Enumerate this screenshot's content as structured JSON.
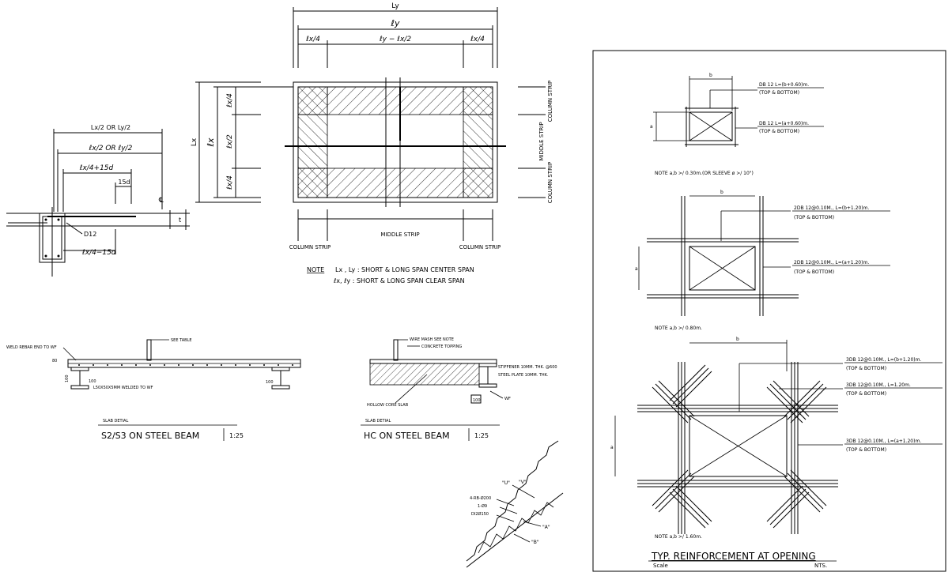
{
  "span_plan": {
    "ly_total": "Ly",
    "ly_clear": "ℓy",
    "lx4_left": "ℓx/4",
    "ly_minus_lx2": "ℓy − ℓx/2",
    "lx4_right": "ℓx/4",
    "lx_total": "Lx",
    "lx_clear": "ℓx",
    "lx4_top": "ℓx/4",
    "lx2_mid": "ℓx/2",
    "lx4_bottom": "ℓx/4",
    "column_strip_top": "COLUMN STRIP",
    "middle_strip_right": "MIDDLE STRIP",
    "column_strip_bottom": "COLUMN STRIP",
    "column_strip_left": "COLUMN STRIP",
    "middle_strip_bottom": "MIDDLE STRIP",
    "column_strip_right": "COLUMN STRIP",
    "note_label": "NOTE",
    "note_line1": "Lx , Ly : SHORT & LONG SPAN CENTER SPAN",
    "note_line2": "ℓx, ℓy : SHORT & LONG SPAN CLEAR SPAN"
  },
  "rebar_section": {
    "dim1": "Lx/2 OR Ly/2",
    "dim2": "ℓx/2 OR ℓy/2",
    "dim3": "ℓx/4+15d",
    "dim4": "15d",
    "cl_mark": "℄",
    "thickness": "t",
    "bar": "D12",
    "dim5": "ℓx/4−15d"
  },
  "s2s3_detail": {
    "callout_weld": "WELD REBAR END TO WF",
    "callout_table": "SEE TABLE",
    "dim_80": "80",
    "dim_100_left": "100",
    "dim_100_mid": "100",
    "dim_100_right": "100",
    "angle": "L50X50X5MM WELDED TO WF",
    "caption_small": "SLAB DETIAL",
    "title": "S2/S3 ON STEEL BEAM",
    "scale": "1:25"
  },
  "hc_detail": {
    "callout_mesh": "WIRE MASH SEE NOTE",
    "callout_topping": "CONCRETE TOPPING",
    "callout_stiffener": "STIFFENER 10MM. THK. @600",
    "callout_plate": "STEEL PLATE 10MM. THK.",
    "callout_slab": "HOLLOW CORE SLAB",
    "callout_wf": "WF",
    "dim_100": "100",
    "caption_small": "SLAB DETIAL",
    "title": "HC ON STEEL BEAM",
    "scale": "1:25"
  },
  "stair_detail": {
    "label_u": "\"U\"",
    "label_v": "\"V\"",
    "bar1": "4-RB-Ø200",
    "bar2": "1-Ø9",
    "bar3": "DI2Ø150",
    "label_a": "\"A\"",
    "label_b": "\"B\""
  },
  "opening_panel": {
    "o1_b": "b",
    "o1_a": "a",
    "o1_bar1": "DB 12 L=(b+0.60)m.",
    "o1_bar1_sub": "(TOP & BOTTOM)",
    "o1_bar2": "DB 12 L=(a+0.60)m.",
    "o1_bar2_sub": "(TOP & BOTTOM)",
    "o1_note": "NOTE  a,b >/ 0.30m.(OR SLEEVE ø >/ 10\")",
    "o2_b": "b",
    "o2_a": "a",
    "o2_bar1": "2DB 12@0.10M., L=(b+1.20)m.",
    "o2_bar1_sub": "(TOP & BOTTOM)",
    "o2_bar2": "2DB 12@0.10M., L=(a+1.20)m.",
    "o2_bar2_sub": "(TOP & BOTTOM)",
    "o2_note": "NOTE  a,b >/ 0.80m.",
    "o3_b": "b",
    "o3_a": "a",
    "o3_bar1": "3DB 12@0.10M., L=(b+1.20)m.",
    "o3_bar1_sub": "(TOP & BOTTOM)",
    "o3_bar2": "3DB 12@0.10M., L=1.20m.",
    "o3_bar2_sub": "(TOP & BOTTOM)",
    "o3_bar3": "3DB 12@0.10M., L=(a+1.20)m.",
    "o3_bar3_sub": "(TOP & BOTTOM)",
    "o3_note": "NOTE  a,b >/ 1.60m.",
    "title": "TYP. REINFORCEMENT AT OPENING",
    "scale_label": "Scale",
    "scale_value": "NTS."
  }
}
